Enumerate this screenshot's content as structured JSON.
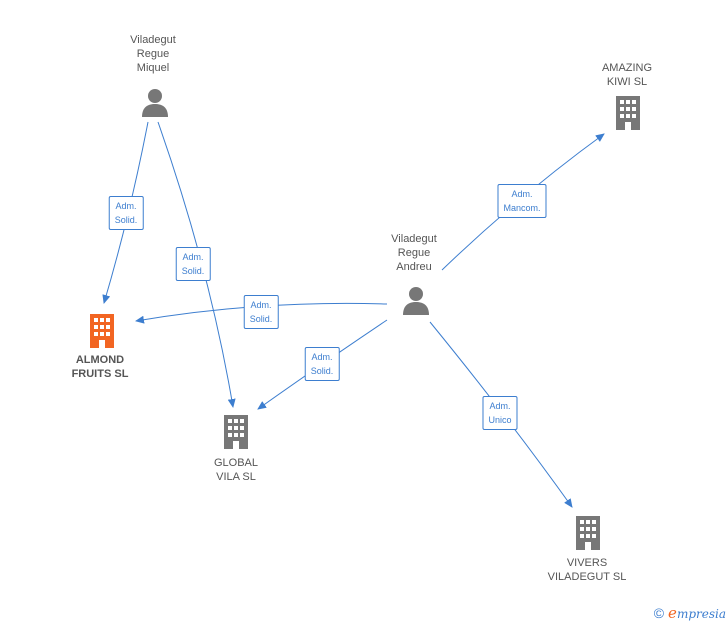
{
  "colors": {
    "edge": "#3d7ecf",
    "company_default": "#777777",
    "company_highlight": "#f26522",
    "person": "#777777"
  },
  "nodes": {
    "miquel": {
      "label": "Viladegut\nRegue\nMiquel",
      "kind": "person"
    },
    "andreu": {
      "label": "Viladegut\nRegue\nAndreu",
      "kind": "person"
    },
    "amazing_kiwi": {
      "label": "AMAZING\nKIWI  SL",
      "kind": "company"
    },
    "almond_fruits": {
      "label": "ALMOND\nFRUITS  SL",
      "kind": "company-highlight"
    },
    "global_vila": {
      "label": "GLOBAL\nVILA  SL",
      "kind": "company"
    },
    "vivers": {
      "label": "VIVERS\nVILADEGUT  SL",
      "kind": "company"
    }
  },
  "edges": [
    {
      "from": "miquel",
      "to": "almond_fruits",
      "label": "Adm.\nSolid."
    },
    {
      "from": "miquel",
      "to": "global_vila",
      "label": "Adm.\nSolid."
    },
    {
      "from": "andreu",
      "to": "amazing_kiwi",
      "label": "Adm.\nMancom."
    },
    {
      "from": "andreu",
      "to": "almond_fruits",
      "label": "Adm.\nSolid."
    },
    {
      "from": "andreu",
      "to": "global_vila",
      "label": "Adm.\nSolid."
    },
    {
      "from": "andreu",
      "to": "vivers",
      "label": "Adm.\nUnico"
    }
  ],
  "watermark": {
    "copyright": "©",
    "brand_initial": "e",
    "brand_rest": "mpresia"
  }
}
